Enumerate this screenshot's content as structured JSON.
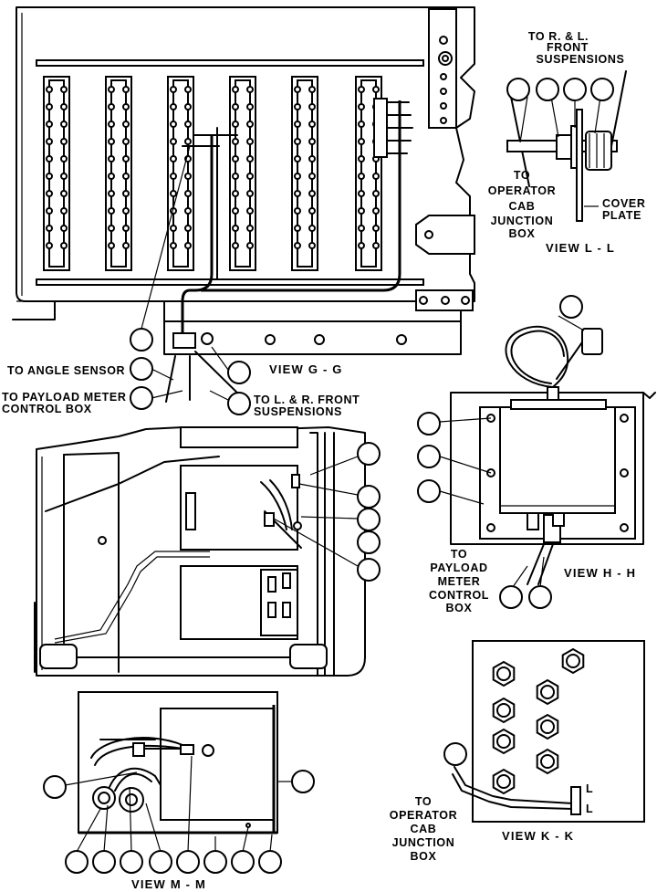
{
  "views": {
    "g": "VIEW G - G",
    "l": "VIEW L - L",
    "h": "VIEW H - H",
    "k": "VIEW K - K",
    "m": "VIEW M - M"
  },
  "labels": {
    "angle_sensor": "TO ANGLE SENSOR",
    "payload_meter_1": "TO PAYLOAD METER",
    "payload_meter_2": "CONTROL BOX",
    "front_susp_g_1": "TO L. & R. FRONT",
    "front_susp_g_2": "SUSPENSIONS",
    "front_susp_l_1": "TO R. & L.",
    "front_susp_l_2": "FRONT",
    "front_susp_l_3": "SUSPENSIONS",
    "op_cab_l": [
      "TO",
      "OPERATOR",
      "CAB",
      "JUNCTION",
      "BOX"
    ],
    "cover_plate_1": "COVER",
    "cover_plate_2": "PLATE",
    "payload_h": [
      "TO",
      "PAYLOAD",
      "METER",
      "CONTROL",
      "BOX"
    ],
    "op_cab_k": [
      "TO",
      "OPERATOR",
      "CAB",
      "JUNCTION",
      "BOX"
    ],
    "k_marker_1": "L",
    "k_marker_2": "L"
  }
}
